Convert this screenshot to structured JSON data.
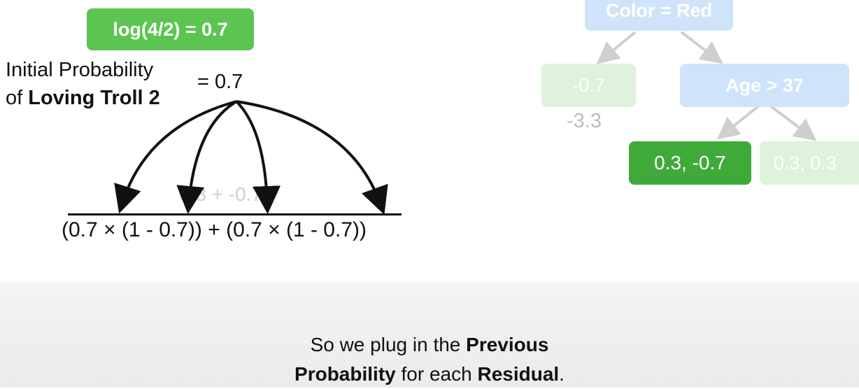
{
  "equation": {
    "log_badge": "log(4/2) = 0.7",
    "initial_label_line1": "Initial Probability",
    "initial_label_line2_prefix": "of ",
    "initial_label_line2_bold": "Loving Troll 2",
    "equals_value": "= 0.7",
    "numerator_faded": "0.3 + -0.7",
    "denominator": "(0.7 × (1 - 0.7)) + (0.7 × (1 - 0.7))"
  },
  "tree": {
    "root": "Color = Red",
    "left_leaf": "-0.7",
    "left_leaf_output": "-3.3",
    "right_node": "Age > 37",
    "leaf_active": "0.3, -0.7",
    "leaf_faded": "0.3, 0.3"
  },
  "caption": {
    "line1_normal": "So we plug in the ",
    "line1_bold": "Previous",
    "line2_bold1": "Probability",
    "line2_normal": " for each ",
    "line2_bold2": "Residual",
    "line2_end": "."
  },
  "colors": {
    "green_badge": "#5cc552",
    "green_active": "#3faa3a",
    "tree_node_faded": "#cfe4fb",
    "leaf_faded": "#dff2dc"
  }
}
